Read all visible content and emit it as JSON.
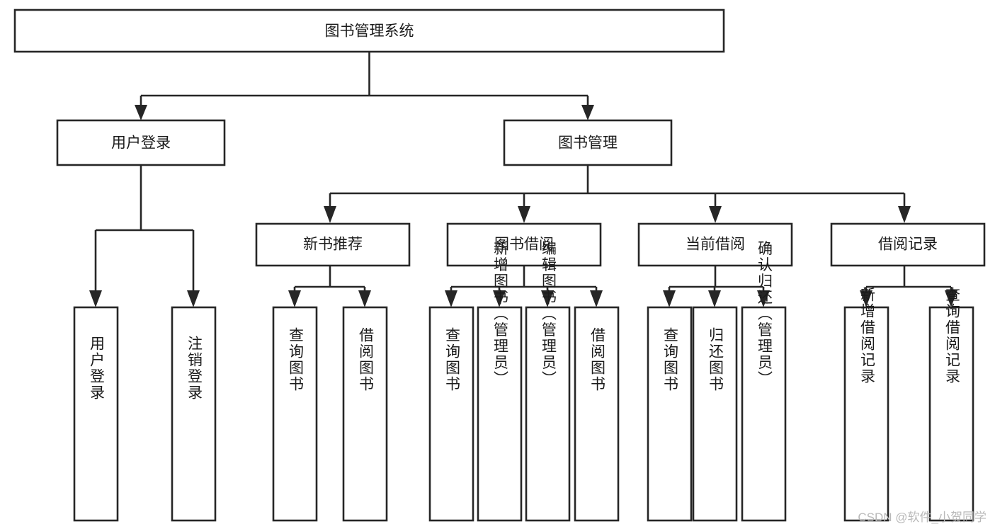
{
  "diagram": {
    "title": "图书管理系统",
    "type": "tree-hierarchy-flowchart",
    "root": {
      "id": "root",
      "label": "图书管理系统"
    },
    "level1": [
      {
        "id": "user-login",
        "label": "用户登录"
      },
      {
        "id": "book-management",
        "label": "图书管理"
      }
    ],
    "level2": [
      {
        "id": "new-book-recommend",
        "label": "新书推荐",
        "parent": "book-management"
      },
      {
        "id": "book-borrow",
        "label": "图书借阅",
        "parent": "book-management"
      },
      {
        "id": "current-borrow",
        "label": "当前借阅",
        "parent": "book-management"
      },
      {
        "id": "borrow-record",
        "label": "借阅记录",
        "parent": "book-management"
      }
    ],
    "leaves": {
      "user_login": [
        {
          "id": "leaf-user-login",
          "label": "用户登录"
        },
        {
          "id": "leaf-user-logout",
          "label": "注销登录"
        }
      ],
      "new_book_recommend": [
        {
          "id": "leaf-query-book-1",
          "label": "查询图书"
        },
        {
          "id": "leaf-borrow-book-1",
          "label": "借阅图书"
        }
      ],
      "book_borrow": [
        {
          "id": "leaf-query-book-2",
          "label": "查询图书"
        },
        {
          "id": "leaf-add-book",
          "label": "新增图书（管理员）"
        },
        {
          "id": "leaf-edit-book",
          "label": "编辑图书（管理员）"
        },
        {
          "id": "leaf-borrow-book-2",
          "label": "借阅图书"
        }
      ],
      "current_borrow": [
        {
          "id": "leaf-query-book-3",
          "label": "查询图书"
        },
        {
          "id": "leaf-return-book",
          "label": "归还图书"
        },
        {
          "id": "leaf-confirm-return",
          "label": "确认归还（管理员）"
        }
      ],
      "borrow_record": [
        {
          "id": "leaf-add-record",
          "label": "新增借阅记录"
        },
        {
          "id": "leaf-query-record",
          "label": "查询借阅记录"
        }
      ]
    },
    "colors": {
      "stroke": "#262626",
      "fill": "#ffffff",
      "text": "#1b1b1b",
      "watermark": "#b9b9b9",
      "background": "#ffffff"
    }
  },
  "watermark": {
    "text": "CSDN @软件_小贺同学"
  }
}
